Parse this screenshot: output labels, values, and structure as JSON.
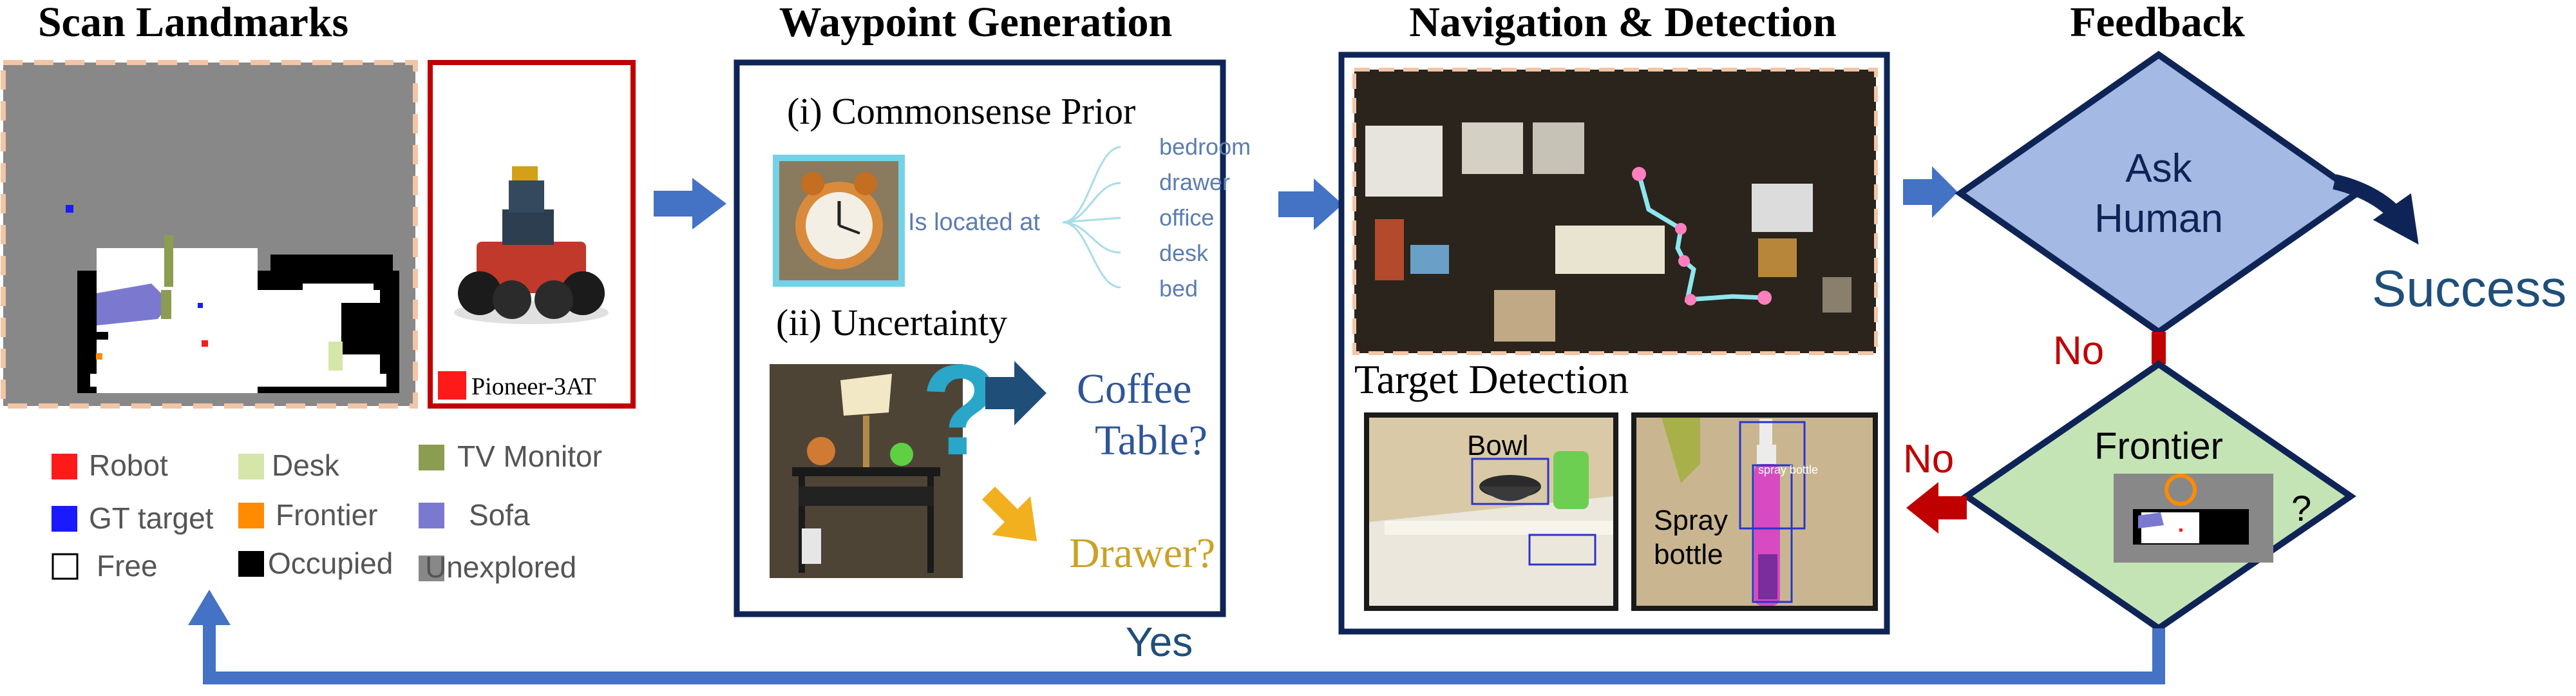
{
  "titles": {
    "scan": "Scan Landmarks",
    "waypoint": "Waypoint Generation",
    "navigation": "Navigation &  Detection",
    "feedback": "Feedback"
  },
  "robot": {
    "name": "Pioneer-3AT"
  },
  "legend": [
    {
      "label": "Robot",
      "color": "#ff1a1a"
    },
    {
      "label": "Desk",
      "color": "#d4e6a8"
    },
    {
      "label": "TV Monitor",
      "color": "#8c9c50"
    },
    {
      "label": "GT target",
      "color": "#1a1aff"
    },
    {
      "label": "Frontier",
      "color": "#ff8c00"
    },
    {
      "label": "Sofa",
      "color": "#7b79cf"
    },
    {
      "label": "Free",
      "color": "#ffffff"
    },
    {
      "label": "Occupied",
      "color": "#000000"
    },
    {
      "label": "Unexplored",
      "color": "#888888"
    }
  ],
  "waypoint": {
    "prior_heading": "(i) Commonsense Prior",
    "relation": "Is located at",
    "locations": [
      "bedroom",
      "drawer",
      "office",
      "desk",
      "bed"
    ],
    "uncertainty_heading": "(ii) Uncertainty",
    "option1": [
      "Coffee",
      "Table?"
    ],
    "option2": "Drawer?"
  },
  "navigation": {
    "detection_heading": "Target Detection",
    "bowl_label": "Bowl",
    "spray_label": [
      "Spray",
      "bottle"
    ],
    "small_box_label": "spray bottle"
  },
  "feedback": {
    "ask": [
      "Ask",
      "Human"
    ],
    "success": "Success",
    "no1": "No",
    "frontier": "Frontier",
    "question": "?",
    "no2": "No",
    "yes": "Yes"
  },
  "colors": {
    "navy": "#0f2456",
    "arrow_blue": "#4472c4",
    "diamond_blue": "#a4b9e3",
    "diamond_green": "#c5e4b6",
    "red": "#c00000",
    "cyan_text": "#5b7db1",
    "coffee_blue": "#2f5597",
    "drawer_gold": "#c9a227",
    "peach_dash": "#f2c5a6"
  }
}
